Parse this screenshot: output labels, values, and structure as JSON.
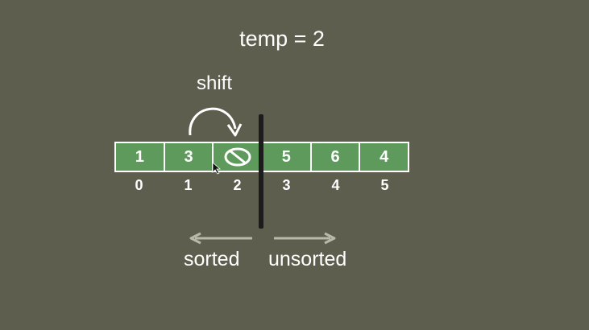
{
  "temp_text": "temp = 2",
  "shift_text": "shift",
  "array": {
    "cells": [
      {
        "value": "1",
        "empty": false
      },
      {
        "value": "3",
        "empty": false
      },
      {
        "value": "",
        "empty": true
      },
      {
        "value": "5",
        "empty": false
      },
      {
        "value": "6",
        "empty": false
      },
      {
        "value": "4",
        "empty": false
      }
    ],
    "indices": [
      "0",
      "1",
      "2",
      "3",
      "4",
      "5"
    ]
  },
  "sorted_text": "sorted",
  "unsorted_text": "unsorted",
  "colors": {
    "background": "#5e5e4e",
    "cell_fill": "#5e9a5b",
    "divider": "#1c1c1c",
    "arrow_gray": "#b9b9aa"
  }
}
